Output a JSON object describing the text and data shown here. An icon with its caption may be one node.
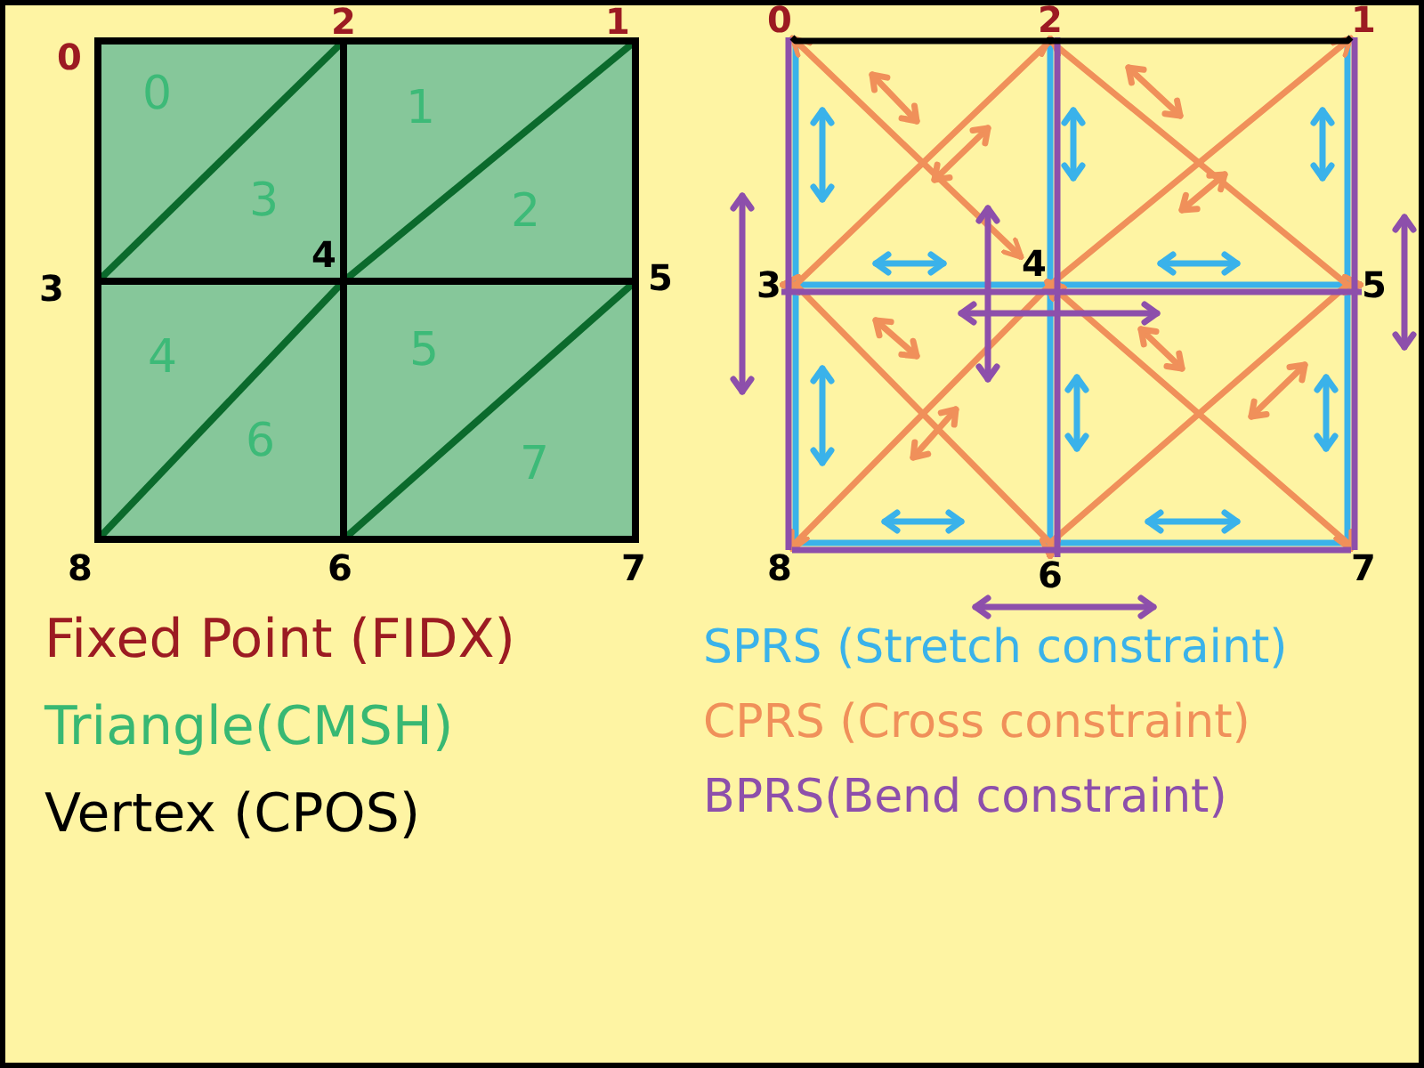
{
  "diagram": {
    "nodes": [
      {
        "text": [
          "0"
        ]
      },
      {
        "text": [
          "2"
        ]
      },
      {
        "text": [
          "1"
        ]
      },
      {
        "text": [
          "3"
        ]
      },
      {
        "text": [
          "4"
        ]
      },
      {
        "text": [
          "5"
        ]
      },
      {
        "text": [
          "8"
        ]
      },
      {
        "text": [
          "6"
        ]
      },
      {
        "text": [
          "7"
        ]
      }
    ],
    "edges": [
      {
        "from": 0,
        "to": 3,
        "arrow": "none"
      },
      {
        "from": 3,
        "to": 6,
        "arrow": "none"
      },
      {
        "from": 1,
        "to": 4,
        "arrow": "none"
      },
      {
        "from": 4,
        "to": 7,
        "arrow": "none"
      },
      {
        "from": 2,
        "to": 5,
        "arrow": "none"
      },
      {
        "from": 5,
        "to": 8,
        "arrow": "none"
      },
      {
        "from": 3,
        "to": 4,
        "arrow": "none"
      },
      {
        "from": 4,
        "to": 5,
        "arrow": "none"
      },
      {
        "from": 6,
        "to": 7,
        "arrow": "none"
      },
      {
        "from": 7,
        "to": 8,
        "arrow": "none"
      },
      {
        "from": 0,
        "to": 4,
        "arrow": "both",
        "color": "#f0905a"
      },
      {
        "from": 1,
        "to": 3,
        "arrow": "both",
        "color": "#f0905a"
      },
      {
        "from": 1,
        "to": 5,
        "arrow": "both",
        "color": "#f0905a"
      },
      {
        "from": 2,
        "to": 4,
        "arrow": "both",
        "color": "#f0905a"
      },
      {
        "from": 3,
        "to": 7,
        "arrow": "both",
        "color": "#f0905a"
      },
      {
        "from": 4,
        "to": 6,
        "arrow": "both",
        "color": "#f0905a"
      },
      {
        "from": 4,
        "to": 8,
        "arrow": "both",
        "color": "#f0905a"
      },
      {
        "from": 5,
        "to": 7,
        "arrow": "both",
        "color": "#f0905a"
      },
      {
        "from": 0,
        "to": 6,
        "arrow": "none",
        "color": "#8d4fab"
      },
      {
        "from": 1,
        "to": 7,
        "arrow": "none",
        "color": "#8d4fab"
      },
      {
        "from": 2,
        "to": 8,
        "arrow": "none",
        "color": "#8d4fab"
      },
      {
        "from": 3,
        "to": 5,
        "arrow": "none",
        "color": "#8d4fab"
      },
      {
        "from": 6,
        "to": 8,
        "arrow": "none",
        "color": "#8d4fab"
      },
      {
        "from": 0,
        "to": 1,
        "arrow": "none",
        "color": "#000000"
      },
      {
        "from": 1,
        "to": 2,
        "arrow": "none",
        "color": "#000000"
      }
    ],
    "labels": [
      "0",
      "2",
      "1",
      "0",
      "1",
      "3",
      "2",
      "3",
      "4",
      "5",
      "4",
      "5",
      "6",
      "7",
      "8",
      "6",
      "7"
    ],
    "legend": [
      {
        "text": "Fixed Point (FIDX)",
        "color": "#9c1b22"
      },
      {
        "text": "Triangle(CMSH)",
        "color": "#38b873"
      },
      {
        "text": "Vertex (CPOS)",
        "color": "#000000"
      },
      {
        "text": "SPRS (Stretch constraint)",
        "color": "#3ab2ea"
      },
      {
        "text": "CPRS (Cross constraint)",
        "color": "#f0905a"
      },
      {
        "text": "BPRS(Bend constraint)",
        "color": "#8d4fab"
      }
    ]
  }
}
